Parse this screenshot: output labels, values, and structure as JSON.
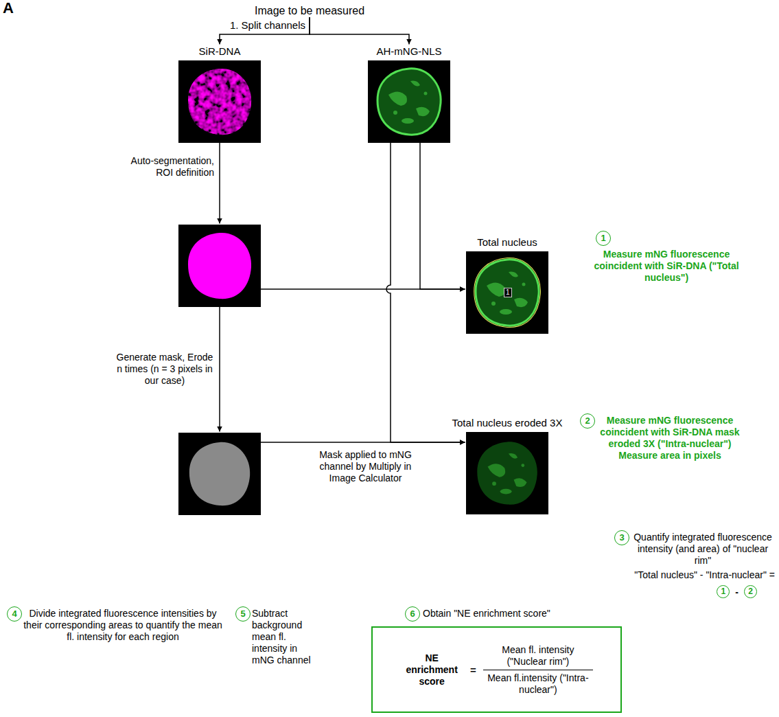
{
  "diagram": {
    "nodes": [
      {
        "text": [
          "Image to be measured"
        ]
      },
      {
        "text": [
          "SiR-DNA"
        ]
      },
      {
        "text": [
          "AH-mNG-NLS"
        ]
      },
      {
        "text": []
      },
      {
        "text": [
          "Total nucleus",
          "1"
        ]
      },
      {
        "text": [
          "1",
          "Measure mNG fluorescence coincident with SiR-DNA (\"Total nucleus\")"
        ]
      },
      {
        "text": []
      },
      {
        "text": [
          "Total nucleus eroded 3X"
        ]
      },
      {
        "text": [
          "2",
          "Measure mNG fluorescence coincident with SiR-DNA mask eroded 3X (\"Intra-nuclear\")",
          "Measure area in pixels"
        ]
      },
      {
        "text": [
          "3",
          "Quantify integrated fluorescence intensity (and area) of \"nuclear rim\"",
          "\"Total nucleus\" - \"Intra-nuclear\" ="
        ]
      },
      {
        "text": [
          "1"
        ],
        "in": 9
      },
      {
        "text": [
          "2"
        ],
        "in": 9
      },
      {
        "text": [
          "4",
          "Divide integrated fluorescence intensities by their corresponding areas to quantify the mean fl. intensity for each region"
        ]
      },
      {
        "text": [
          "5",
          "Subtract background mean fl. intensity in mNG channel"
        ]
      },
      {
        "text": [
          "6",
          "Obtain \"NE enrichment score\""
        ]
      },
      {
        "text": [
          "NE enrichment score",
          "=",
          "Mean fl. intensity (\"Nuclear rim\")",
          "Mean fl.intensity (\"Intra-nuclear\")"
        ]
      }
    ],
    "edges": [
      {
        "from": 0,
        "to": 1,
        "arrow": "to",
        "label": "1. Split channels"
      },
      {
        "from": 0,
        "to": 2,
        "arrow": "to"
      },
      {
        "from": 1,
        "to": 3,
        "arrow": "to",
        "label": "Auto-segmentation, ROI definition"
      },
      {
        "from": 3,
        "to": 4,
        "arrow": "to"
      },
      {
        "from": 2,
        "to": 4,
        "arrow": "to"
      },
      {
        "from": 3,
        "to": 6,
        "arrow": "to",
        "label": "Generate mask, Erode n times (n = 3 pixels in our case)"
      },
      {
        "from": 6,
        "to": 7,
        "arrow": "to",
        "label": "Mask applied to mNG channel by Multiply in Image Calculator"
      },
      {
        "from": 2,
        "to": 7,
        "arrow": "to"
      }
    ],
    "labels": [
      "A",
      "-"
    ]
  }
}
